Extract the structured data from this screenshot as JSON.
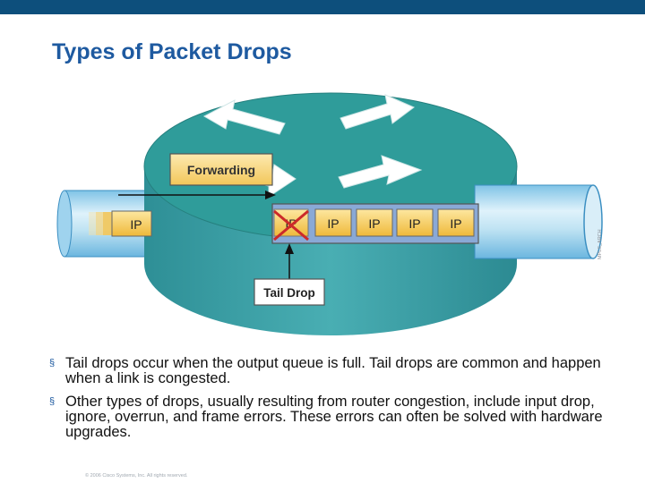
{
  "slide": {
    "title": "Types of Packet Drops"
  },
  "diagram": {
    "forwarding_label": "Forwarding",
    "tail_drop_label": "Tail Drop",
    "input_packet_label": "IP",
    "dropped_packet_label": "IP",
    "queue_packet_labels": [
      "IP",
      "IP",
      "IP",
      "IP"
    ],
    "side_code": "MPLS_ARCH"
  },
  "bullets": [
    {
      "marker": "§",
      "text": "Tail drops occur when the output queue is full. Tail drops are common and happen when a link is congested."
    },
    {
      "marker": "§",
      "text": "Other types of drops, usually resulting from router congestion, include input drop, ignore, overrun, and frame errors. These errors can often be solved with hardware upgrades."
    }
  ],
  "footer": {
    "copyright": "© 2006 Cisco Systems, Inc. All rights reserved."
  },
  "colors": {
    "header_bar": "#0d4f7c",
    "title": "#1e5aa0",
    "router_top": "#2f9c9a",
    "router_side": "#3aa3a7",
    "packet_fill": "#f4c84a",
    "queue_box": "#8aa9d6",
    "drop_x": "#cc2a2a"
  }
}
